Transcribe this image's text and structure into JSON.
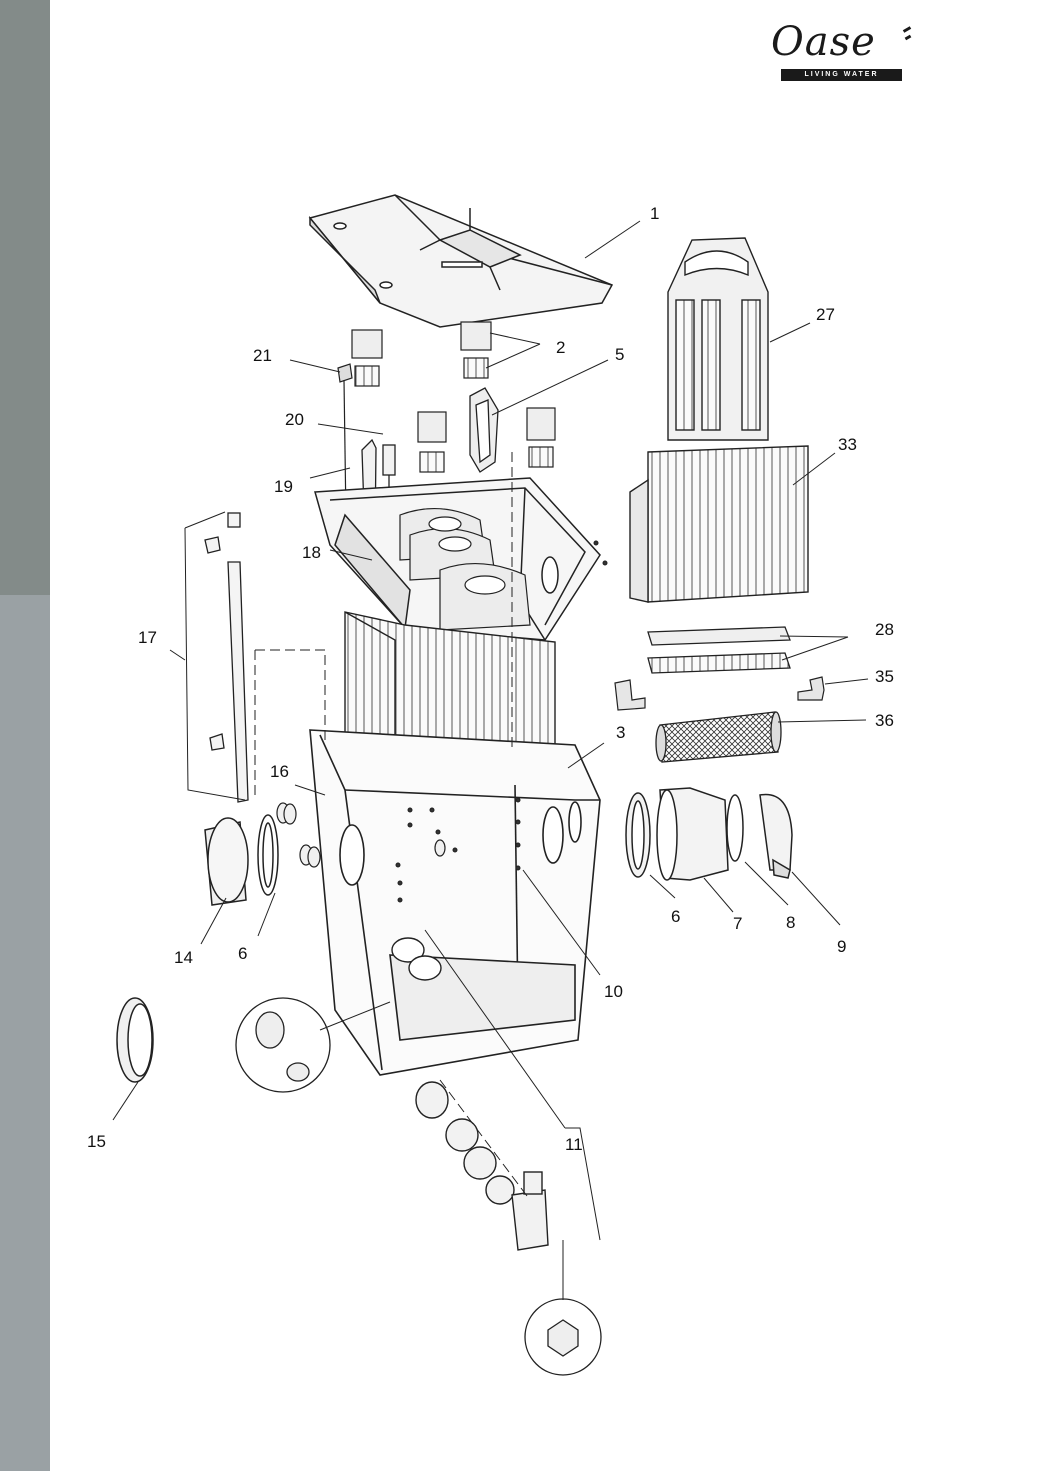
{
  "logo": {
    "name": "Oase",
    "tagline": "LIVING WATER"
  },
  "callouts": [
    {
      "id": "c1",
      "label": "1"
    },
    {
      "id": "c2",
      "label": "2"
    },
    {
      "id": "c5",
      "label": "5"
    },
    {
      "id": "c21",
      "label": "21"
    },
    {
      "id": "c27",
      "label": "27"
    },
    {
      "id": "c20",
      "label": "20"
    },
    {
      "id": "c19",
      "label": "19"
    },
    {
      "id": "c33",
      "label": "33"
    },
    {
      "id": "c18",
      "label": "18"
    },
    {
      "id": "c17",
      "label": "17"
    },
    {
      "id": "c28",
      "label": "28"
    },
    {
      "id": "c35",
      "label": "35"
    },
    {
      "id": "c3",
      "label": "3"
    },
    {
      "id": "c36",
      "label": "36"
    },
    {
      "id": "c16",
      "label": "16"
    },
    {
      "id": "c6a",
      "label": "6"
    },
    {
      "id": "c7",
      "label": "7"
    },
    {
      "id": "c8",
      "label": "8"
    },
    {
      "id": "c9",
      "label": "9"
    },
    {
      "id": "c14",
      "label": "14"
    },
    {
      "id": "c6b",
      "label": "6"
    },
    {
      "id": "c10",
      "label": "10"
    },
    {
      "id": "c15",
      "label": "15"
    },
    {
      "id": "c11",
      "label": "11"
    }
  ]
}
